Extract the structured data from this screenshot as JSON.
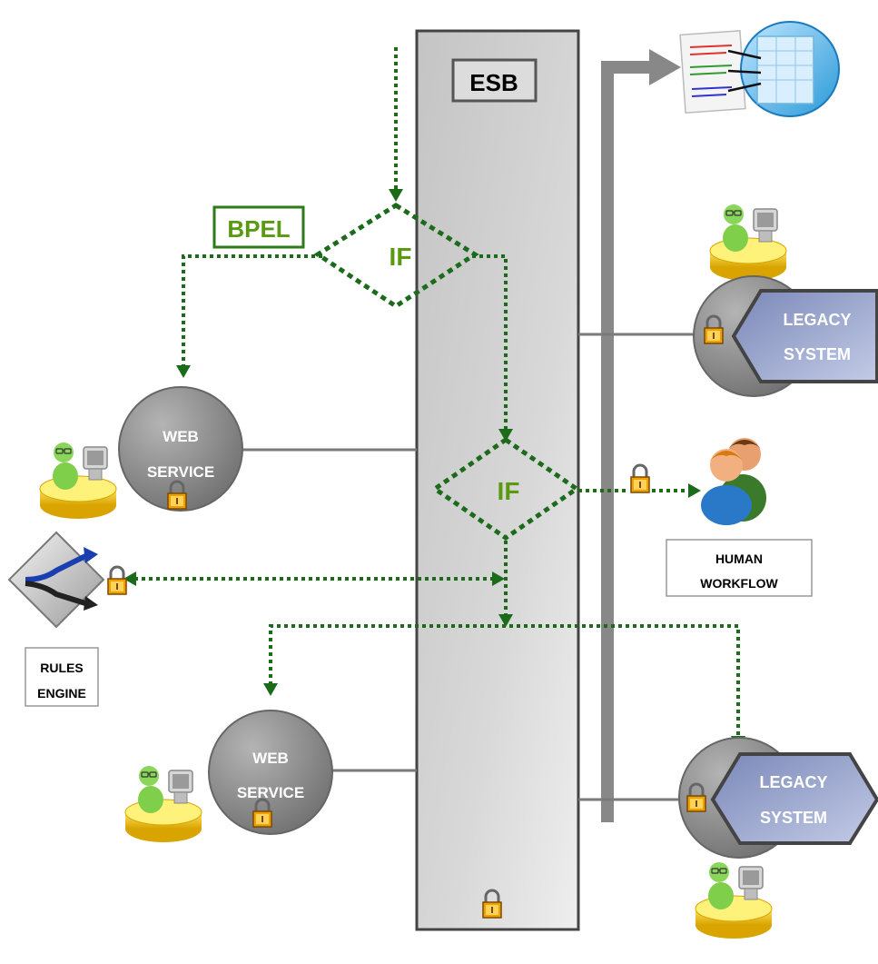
{
  "esb_label": "ESB",
  "bpel_label": "BPEL",
  "if_top": "IF",
  "if_mid": "IF",
  "web_service_top": {
    "line1": "WEB",
    "line2": "SERVICE"
  },
  "web_service_bottom": {
    "line1": "WEB",
    "line2": "SERVICE"
  },
  "legacy_top": {
    "line1": "LEGACY",
    "line2": "SYSTEM"
  },
  "legacy_bottom": {
    "line1": "LEGACY",
    "line2": "SYSTEM"
  },
  "human_workflow": {
    "line1": "HUMAN",
    "line2": "WORKFLOW"
  },
  "rules_engine": {
    "line1": "RULES",
    "line2": "ENGINE"
  },
  "icons": [
    "user-at-desk-icon",
    "padlock-icon",
    "people-group-icon",
    "rules-engine-icon",
    "document-transform-icon"
  ],
  "colors": {
    "flow_green": "#1b6b1b",
    "label_green": "#5a9a10",
    "esb_fill": "#d2d2d2",
    "legacy_fill": "#8a97c4",
    "circle_fill": "#8f8f8f",
    "connector_gray": "#7a7a7a"
  }
}
